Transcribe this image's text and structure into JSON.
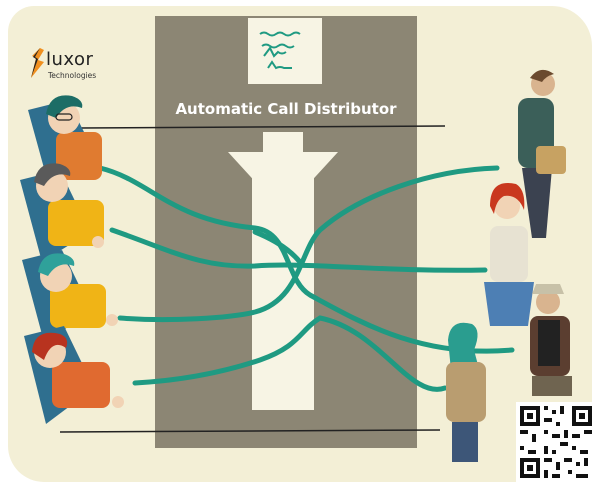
{
  "header": {
    "title": "Automatic Call Distributor"
  },
  "logo": {
    "name": "luxor",
    "subtitle": "Technologies"
  },
  "agents": [
    {
      "role": "agent",
      "hair": "#1c6d66",
      "shirt": "#e07b30"
    },
    {
      "role": "agent",
      "hair": "#5a5a5a",
      "shirt": "#f0b416"
    },
    {
      "role": "agent",
      "hair": "#2fa19a",
      "shirt": "#f0b416"
    },
    {
      "role": "agent",
      "hair": "#b8331f",
      "shirt": "#e06a30"
    }
  ],
  "callers": [
    {
      "role": "caller",
      "top": "#3b5f59",
      "bottom": "#3b4250"
    },
    {
      "role": "caller",
      "top": "#e7e2d2",
      "bottom": "#4d7fb4"
    },
    {
      "role": "caller",
      "top": "#5b3e30",
      "bottom": "#6f6450"
    },
    {
      "role": "caller",
      "top": "#b99d70",
      "bottom": "#3d5678"
    }
  ],
  "colors": {
    "line": "#1f9a82",
    "panel": "#8c8674",
    "arrow": "#f7f4e4",
    "background": "#f3efd6"
  },
  "icons": {
    "document": "notes-document-icon",
    "arrow": "down-arrow-icon",
    "qr": "qr-code-icon"
  }
}
